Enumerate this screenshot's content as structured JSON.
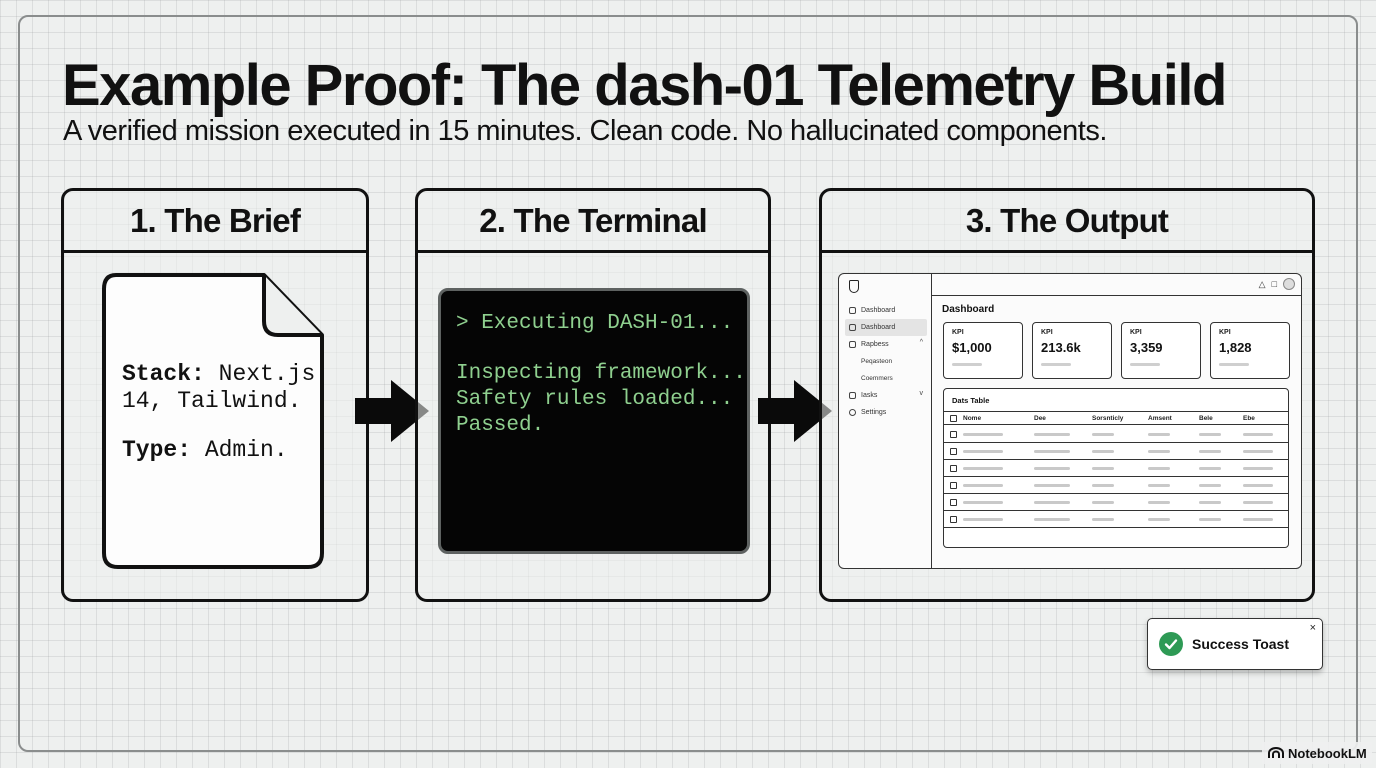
{
  "title": "Example Proof: The dash-01 Telemetry Build",
  "subtitle": "A verified mission executed in 15 minutes. Clean code. No hallucinated components.",
  "colors": {
    "terminal_text": "#8fd08f",
    "success": "#2e9a55",
    "ink": "#111111"
  },
  "panels": [
    {
      "heading": "1. The Brief",
      "document": {
        "stack_key": "Stack:",
        "stack_value_1": "Next.js",
        "stack_value_2": "14, Tailwind.",
        "type_key": "Type:",
        "type_value": "Admin."
      }
    },
    {
      "heading": "2. The Terminal",
      "terminal_lines": [
        "> Executing DASH-01...",
        "Inspecting framework...",
        "Safety rules loaded...",
        "Passed."
      ]
    },
    {
      "heading": "3. The Output",
      "dashboard": {
        "page_title": "Dashboard",
        "nav": [
          "Dashboard",
          "Dashboard",
          "Rapbess",
          "Peqasteon",
          "Coemmers",
          "Iasks",
          "Settings"
        ],
        "top_icons": [
          "bell-icon",
          "inbox-icon",
          "avatar"
        ],
        "kpis": [
          {
            "label": "KPI",
            "value": "$1,000"
          },
          {
            "label": "KPI",
            "value": "213.6k"
          },
          {
            "label": "KPI",
            "value": "3,359"
          },
          {
            "label": "KPI",
            "value": "1,828"
          }
        ],
        "table": {
          "title": "Dats Table",
          "columns": [
            "Nome",
            "Dee",
            "Sorsnticly",
            "Amsent",
            "Bele",
            "Ebe"
          ],
          "row_count": 6
        },
        "toast": {
          "text": "Success Toast",
          "close": "×"
        }
      }
    }
  ],
  "watermark": "NotebookLM"
}
